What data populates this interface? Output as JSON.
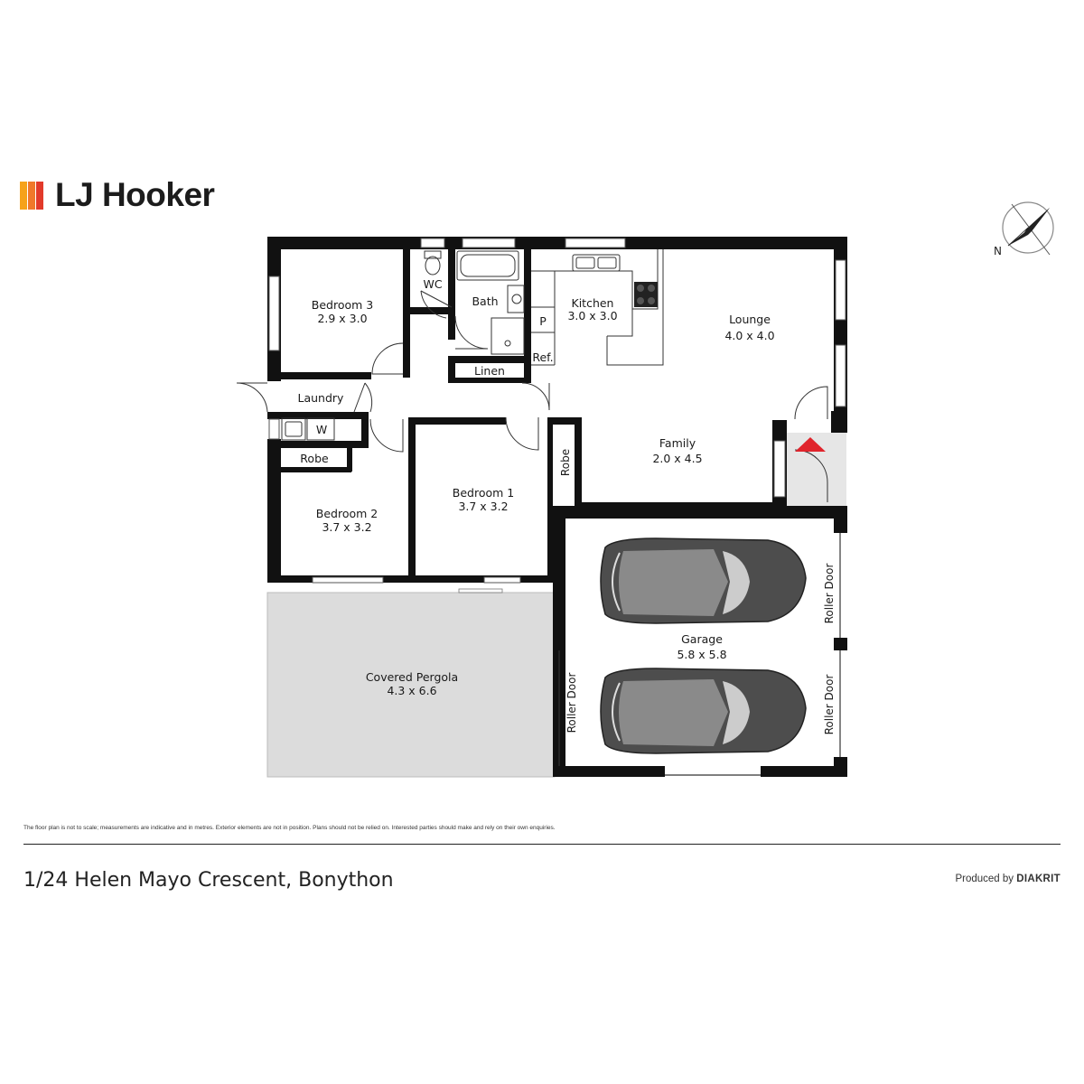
{
  "brand": {
    "name": "LJ Hooker",
    "colors": [
      "#f6a21a",
      "#f0782a",
      "#e23a2a"
    ]
  },
  "compass": {
    "label": "N"
  },
  "rooms": {
    "bedroom3": {
      "name": "Bedroom 3",
      "dims": "2.9 x 3.0"
    },
    "wc": {
      "name": "WC"
    },
    "bath": {
      "name": "Bath"
    },
    "kitchen": {
      "name": "Kitchen",
      "dims": "3.0 x 3.0"
    },
    "pantry": {
      "name": "P"
    },
    "fridge": {
      "name": "Ref."
    },
    "linen": {
      "name": "Linen"
    },
    "lounge": {
      "name": "Lounge",
      "dims": "4.0 x 4.0"
    },
    "laundry": {
      "name": "Laundry"
    },
    "washer": {
      "name": "W"
    },
    "family": {
      "name": "Family",
      "dims": "2.0 x 4.5"
    },
    "robe1": {
      "name": "Robe"
    },
    "robe2": {
      "name": "Robe"
    },
    "bedroom1": {
      "name": "Bedroom 1",
      "dims": "3.7 x 3.2"
    },
    "bedroom2": {
      "name": "Bedroom 2",
      "dims": "3.7 x 3.2"
    },
    "garage": {
      "name": "Garage",
      "dims": "5.8 x 5.8"
    },
    "pergola": {
      "name": "Covered Pergola",
      "dims": "4.3 x 6.6"
    }
  },
  "doors": {
    "roller_left": "Roller Door",
    "roller_right_top": "Roller Door",
    "roller_right_bottom": "Roller Door"
  },
  "footer": {
    "disclaimer": "The floor plan is not to scale; measurements are indicative and in metres. Exterior elements are not in position. Plans should not be relied on. Interested parties should make and rely on their own enquiries.",
    "address": "1/24 Helen Mayo Crescent, Bonython",
    "produced_prefix": "Produced by",
    "produced_brand": "DIAKRIT"
  },
  "colors": {
    "wall": "#111111",
    "pergola": "#dcdcdc",
    "entry_marker": "#e0242c",
    "car": "#5a5a5a"
  }
}
